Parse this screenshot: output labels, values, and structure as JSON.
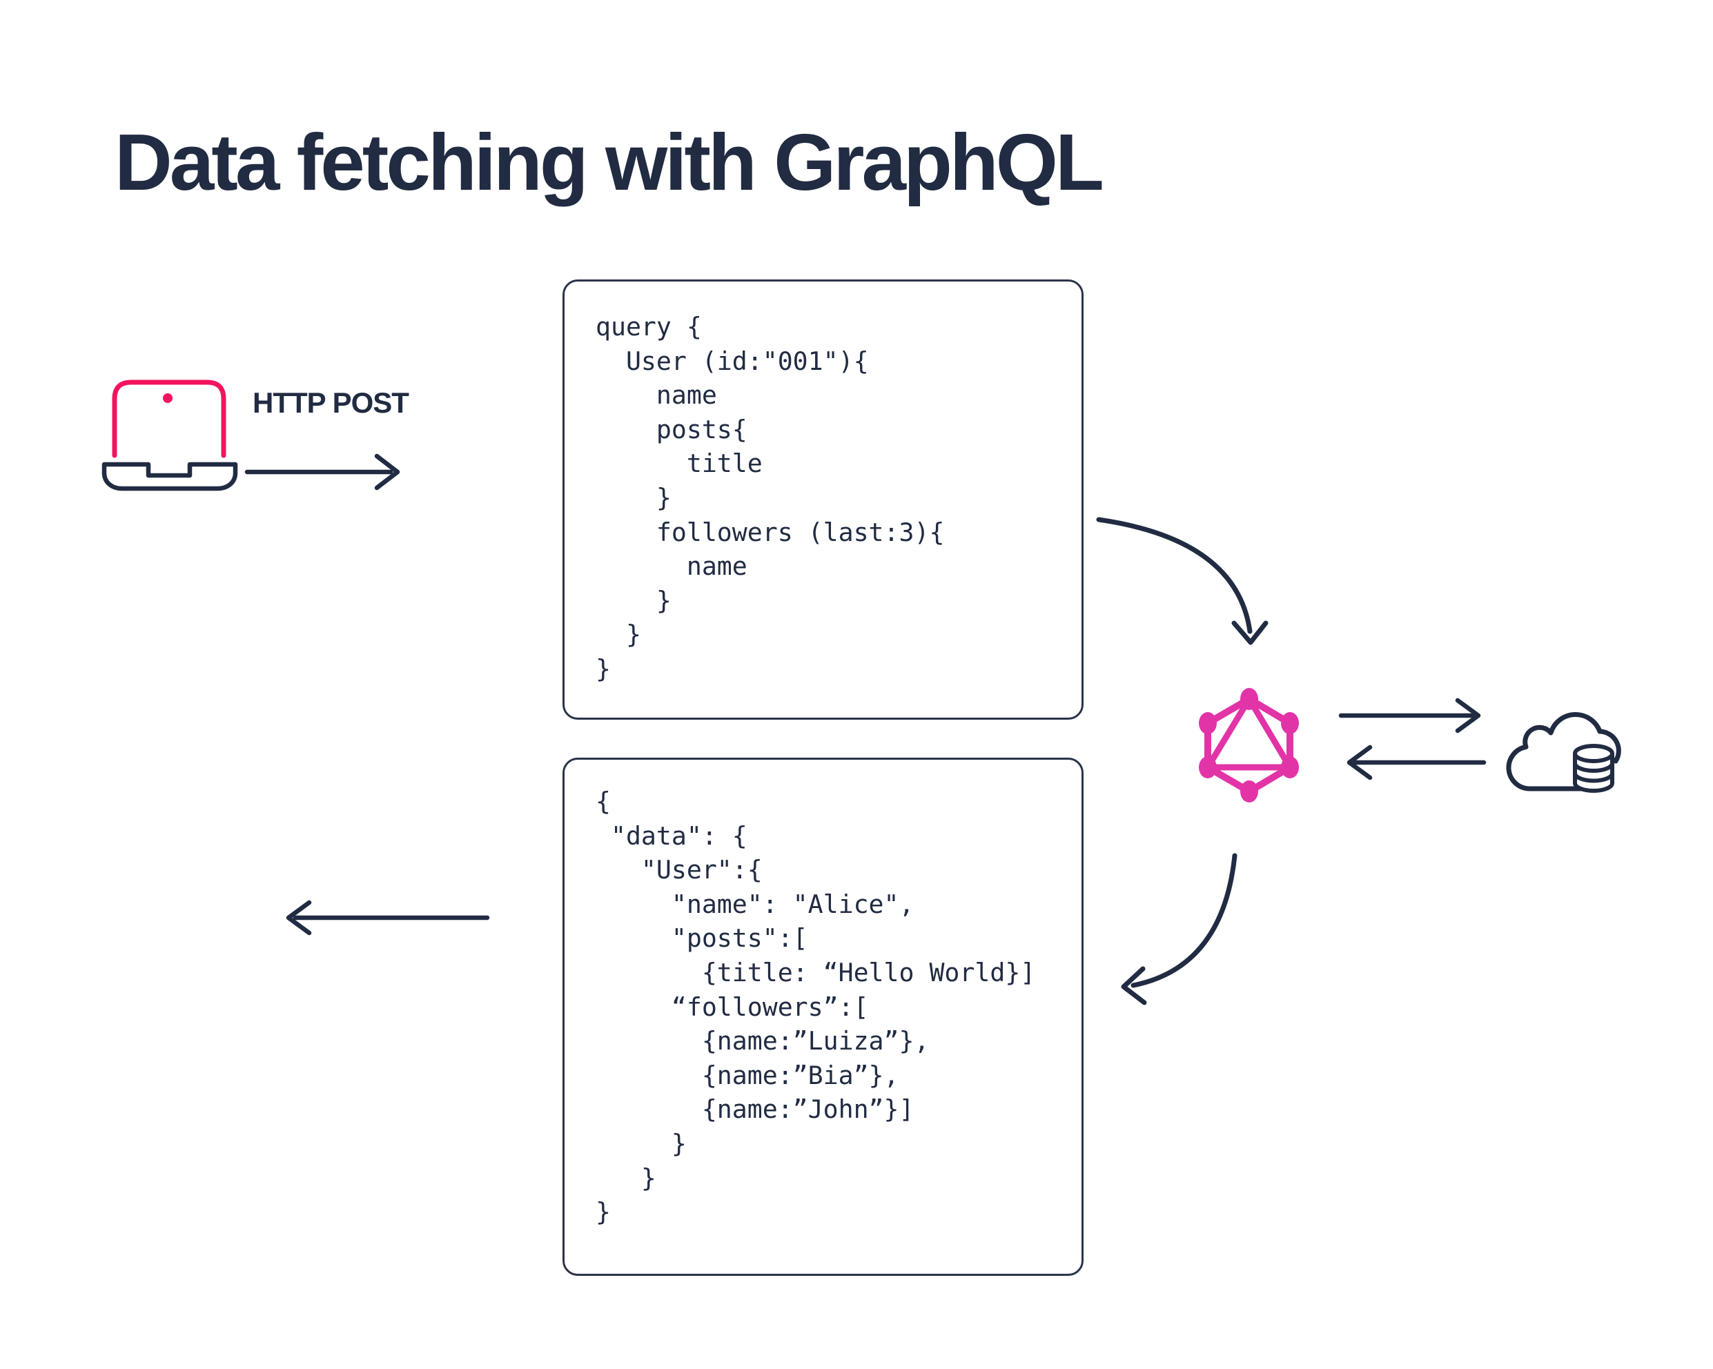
{
  "title": "Data fetching with GraphQL",
  "colors": {
    "navy": "#212B42",
    "laptop_pink": "#F4145E",
    "graphql_pink": "#E234A7",
    "background": "#FFFFFF"
  },
  "flow": {
    "http_post_label": "HTTP POST"
  },
  "icons": {
    "laptop": "laptop-icon",
    "graphql_logo": "graphql-logo-icon",
    "cloud_database": "cloud-database-icon"
  },
  "query_box": {
    "lines": [
      "query {",
      "  User (id:\"001\"){",
      "    name",
      "    posts{",
      "      title",
      "    }",
      "    followers (last:3){",
      "      name",
      "    }",
      "  }",
      "}"
    ]
  },
  "response_box": {
    "lines": [
      "{",
      " \"data\": {",
      "   \"User\":{",
      "     \"name\": \"Alice\",",
      "     \"posts\":[",
      "       {title: “Hello World}]",
      "     “followers”:[",
      "       {name:”Luiza”},",
      "       {name:”Bia”},",
      "       {name:”John”}]",
      "     }",
      "   }",
      "}"
    ]
  }
}
